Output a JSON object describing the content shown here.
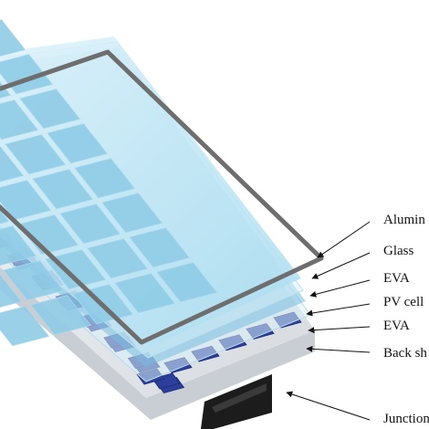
{
  "diagram": {
    "layers": [
      {
        "id": "aluminium-frame",
        "label": "Alumin"
      },
      {
        "id": "glass",
        "label": "Glass"
      },
      {
        "id": "eva-top",
        "label": "EVA"
      },
      {
        "id": "pv-cell",
        "label": "PV cell"
      },
      {
        "id": "eva-bottom",
        "label": "EVA"
      },
      {
        "id": "back-sheet",
        "label": "Back sh"
      },
      {
        "id": "junction-box",
        "label": "Junction"
      }
    ],
    "colors": {
      "frame": "#6e6e6e",
      "glass": "#bfe6f4",
      "eva": "#d9f1fa",
      "pv_cell_light": "#8fcbe6",
      "pv_cell_dark": "#2b3f9a",
      "back_sheet": "#e6e9ec",
      "junction_box": "#1c1c1c",
      "arrow": "#111111"
    }
  }
}
